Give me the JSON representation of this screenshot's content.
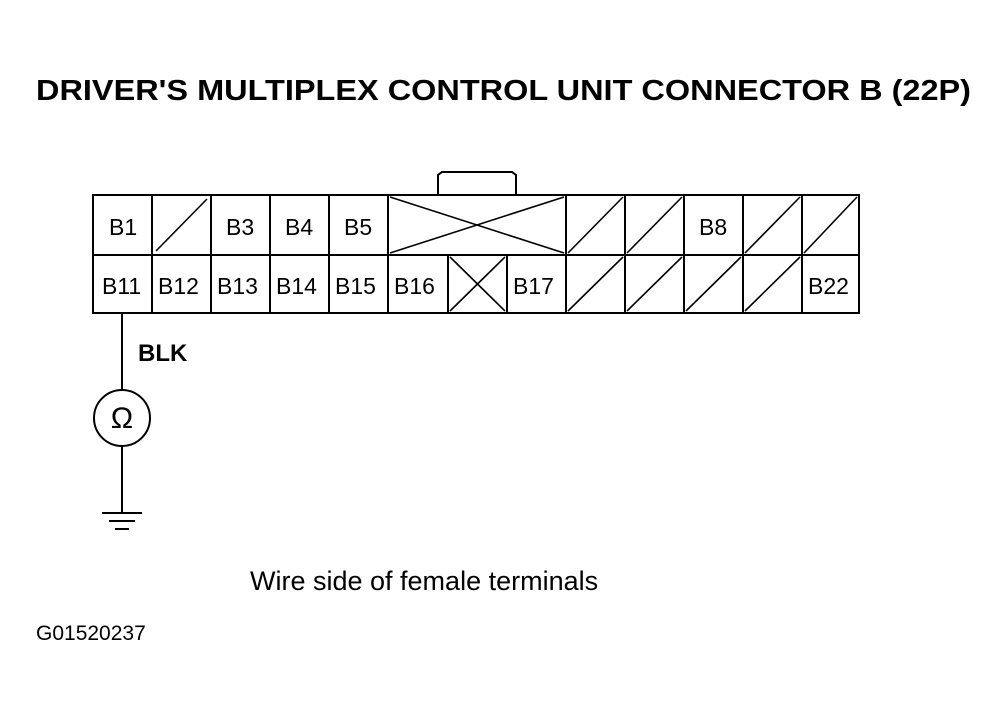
{
  "title": "DRIVER'S MULTIPLEX CONTROL UNIT CONNECTOR B (22P)",
  "connector": {
    "top_row": [
      "B1",
      "",
      "B3",
      "B4",
      "B5",
      "",
      "",
      "",
      "",
      "B8",
      "",
      ""
    ],
    "bottom_row": [
      "B11",
      "B12",
      "B13",
      "B14",
      "B15",
      "B16",
      "",
      "B17",
      "",
      "",
      "",
      "",
      "B22"
    ]
  },
  "wire_color": "BLK",
  "meter_symbol": "Ω",
  "caption": "Wire side of female terminals",
  "figure_code": "G01520237"
}
